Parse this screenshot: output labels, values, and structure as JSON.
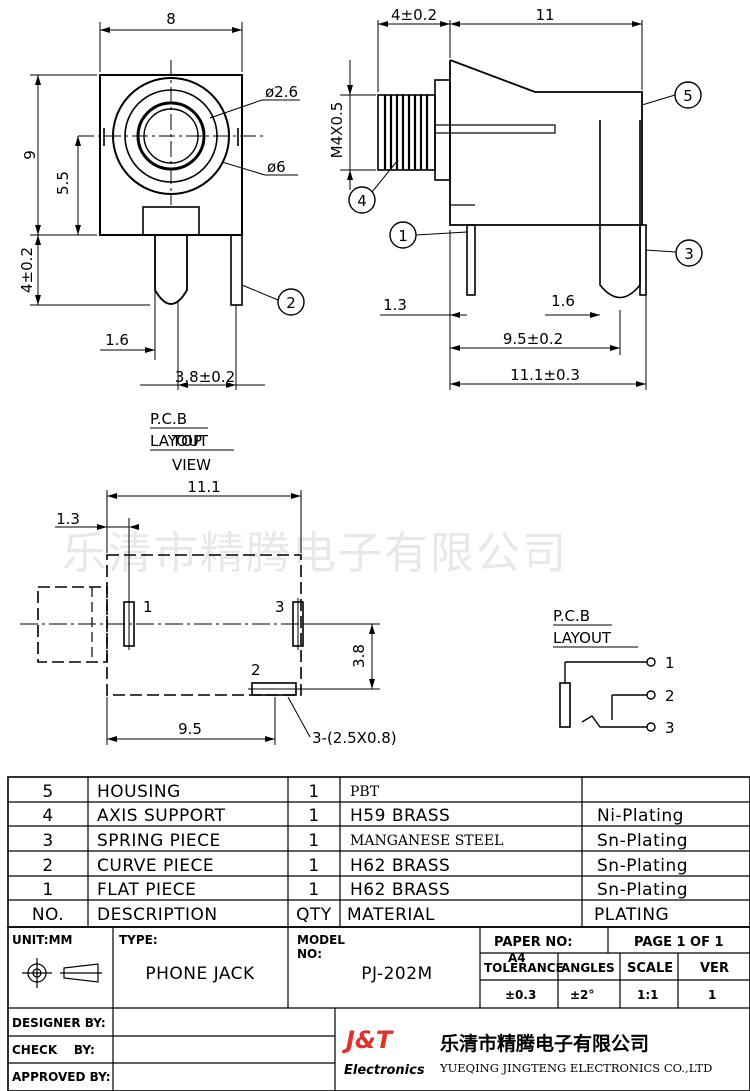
{
  "watermark": "乐清市精腾电子有限公司",
  "front_view": {
    "width": "8",
    "height": "9",
    "center_height": "5.5",
    "pin_length": "4±0.2",
    "pin_offset": "1.6",
    "pin_spacing": "3.8±0.2",
    "hole_dia": "ø2.6",
    "outer_dia": "ø6",
    "balloon_2": "2"
  },
  "side_view": {
    "thread_len": "4±0.2",
    "body_len": "11",
    "thread": "M4X0.5",
    "pin1_offset": "1.3",
    "pin3_offset": "1.6",
    "dim_95": "9.5±0.2",
    "dim_111": "11.1±0.3",
    "balloon_1": "1",
    "balloon_3": "3",
    "balloon_4": "4",
    "balloon_5": "5"
  },
  "pcb_view": {
    "title_1": "P.C.B",
    "title_2": "LAYOUT",
    "title_3": "TOP",
    "title_4": "VIEW",
    "width": "11.1",
    "offset": "1.3",
    "height": "3.8",
    "bottom": "9.5",
    "slots": "3-(2.5X0.8)",
    "pin_1": "1",
    "pin_2": "2",
    "pin_3": "3"
  },
  "schematic": {
    "title_1": "P.C.B",
    "title_2": "LAYOUT",
    "pin_1": "1",
    "pin_2": "2",
    "pin_3": "3"
  },
  "bom": {
    "rows": [
      {
        "no": "5",
        "desc": "HOUSING",
        "qty": "1",
        "material": "PBT",
        "plating": ""
      },
      {
        "no": "4",
        "desc": "AXIS SUPPORT",
        "qty": "1",
        "material": "H59 BRASS",
        "plating": "Ni-Plating"
      },
      {
        "no": "3",
        "desc": "SPRING PIECE",
        "qty": "1",
        "material": "MANGANESE STEEL",
        "plating": "Sn-Plating"
      },
      {
        "no": "2",
        "desc": "CURVE PIECE",
        "qty": "1",
        "material": "H62 BRASS",
        "plating": "Sn-Plating"
      },
      {
        "no": "1",
        "desc": "FLAT PIECE",
        "qty": "1",
        "material": "H62 BRASS",
        "plating": "Sn-Plating"
      }
    ],
    "header": {
      "no": "NO.",
      "desc": "DESCRIPTION",
      "qty": "QTY",
      "material": "MATERIAL",
      "plating": "PLATING"
    }
  },
  "title_block": {
    "unit_label": "UNIT:MM",
    "type_label": "TYPE:",
    "type_value": "PHONE JACK",
    "model_label_1": "MODEL",
    "model_label_2": "NO:",
    "model_value": "PJ-202M",
    "paper_label": "PAPER NO:",
    "paper_value": "A4",
    "page": "PAGE 1 OF 1",
    "tolerance_label": "TOLERANCE",
    "angles_label": "ANGLES",
    "scale_label": "SCALE",
    "ver_label": "VER",
    "tolerance_value": "±0.3",
    "angles_value": "±2°",
    "scale_value": "1:1",
    "ver_value": "1",
    "designer": "DESIGNER BY:",
    "check": "CHECK    BY:",
    "approved": "APPROVED BY:",
    "logo_brand": "J&T",
    "logo_sub": "Electronics",
    "company_cn": "乐清市精腾电子有限公司",
    "company_en": "YUEQING JINGTENG ELECTRONICS CO.,LTD"
  }
}
